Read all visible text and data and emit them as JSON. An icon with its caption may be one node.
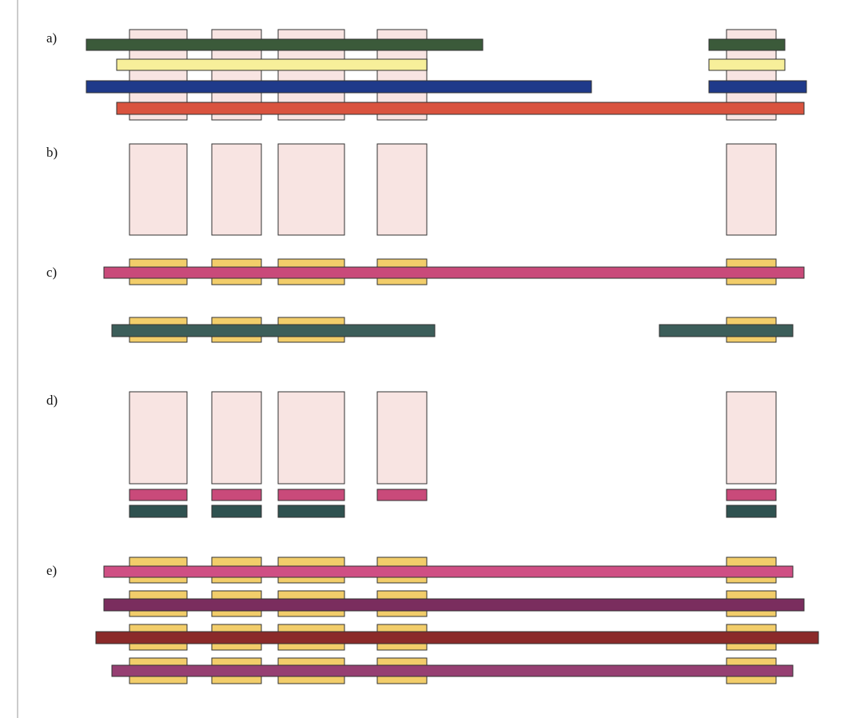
{
  "diagram": {
    "labels": [
      "a)",
      "b)",
      "c)",
      "d)",
      "e)"
    ]
  }
}
